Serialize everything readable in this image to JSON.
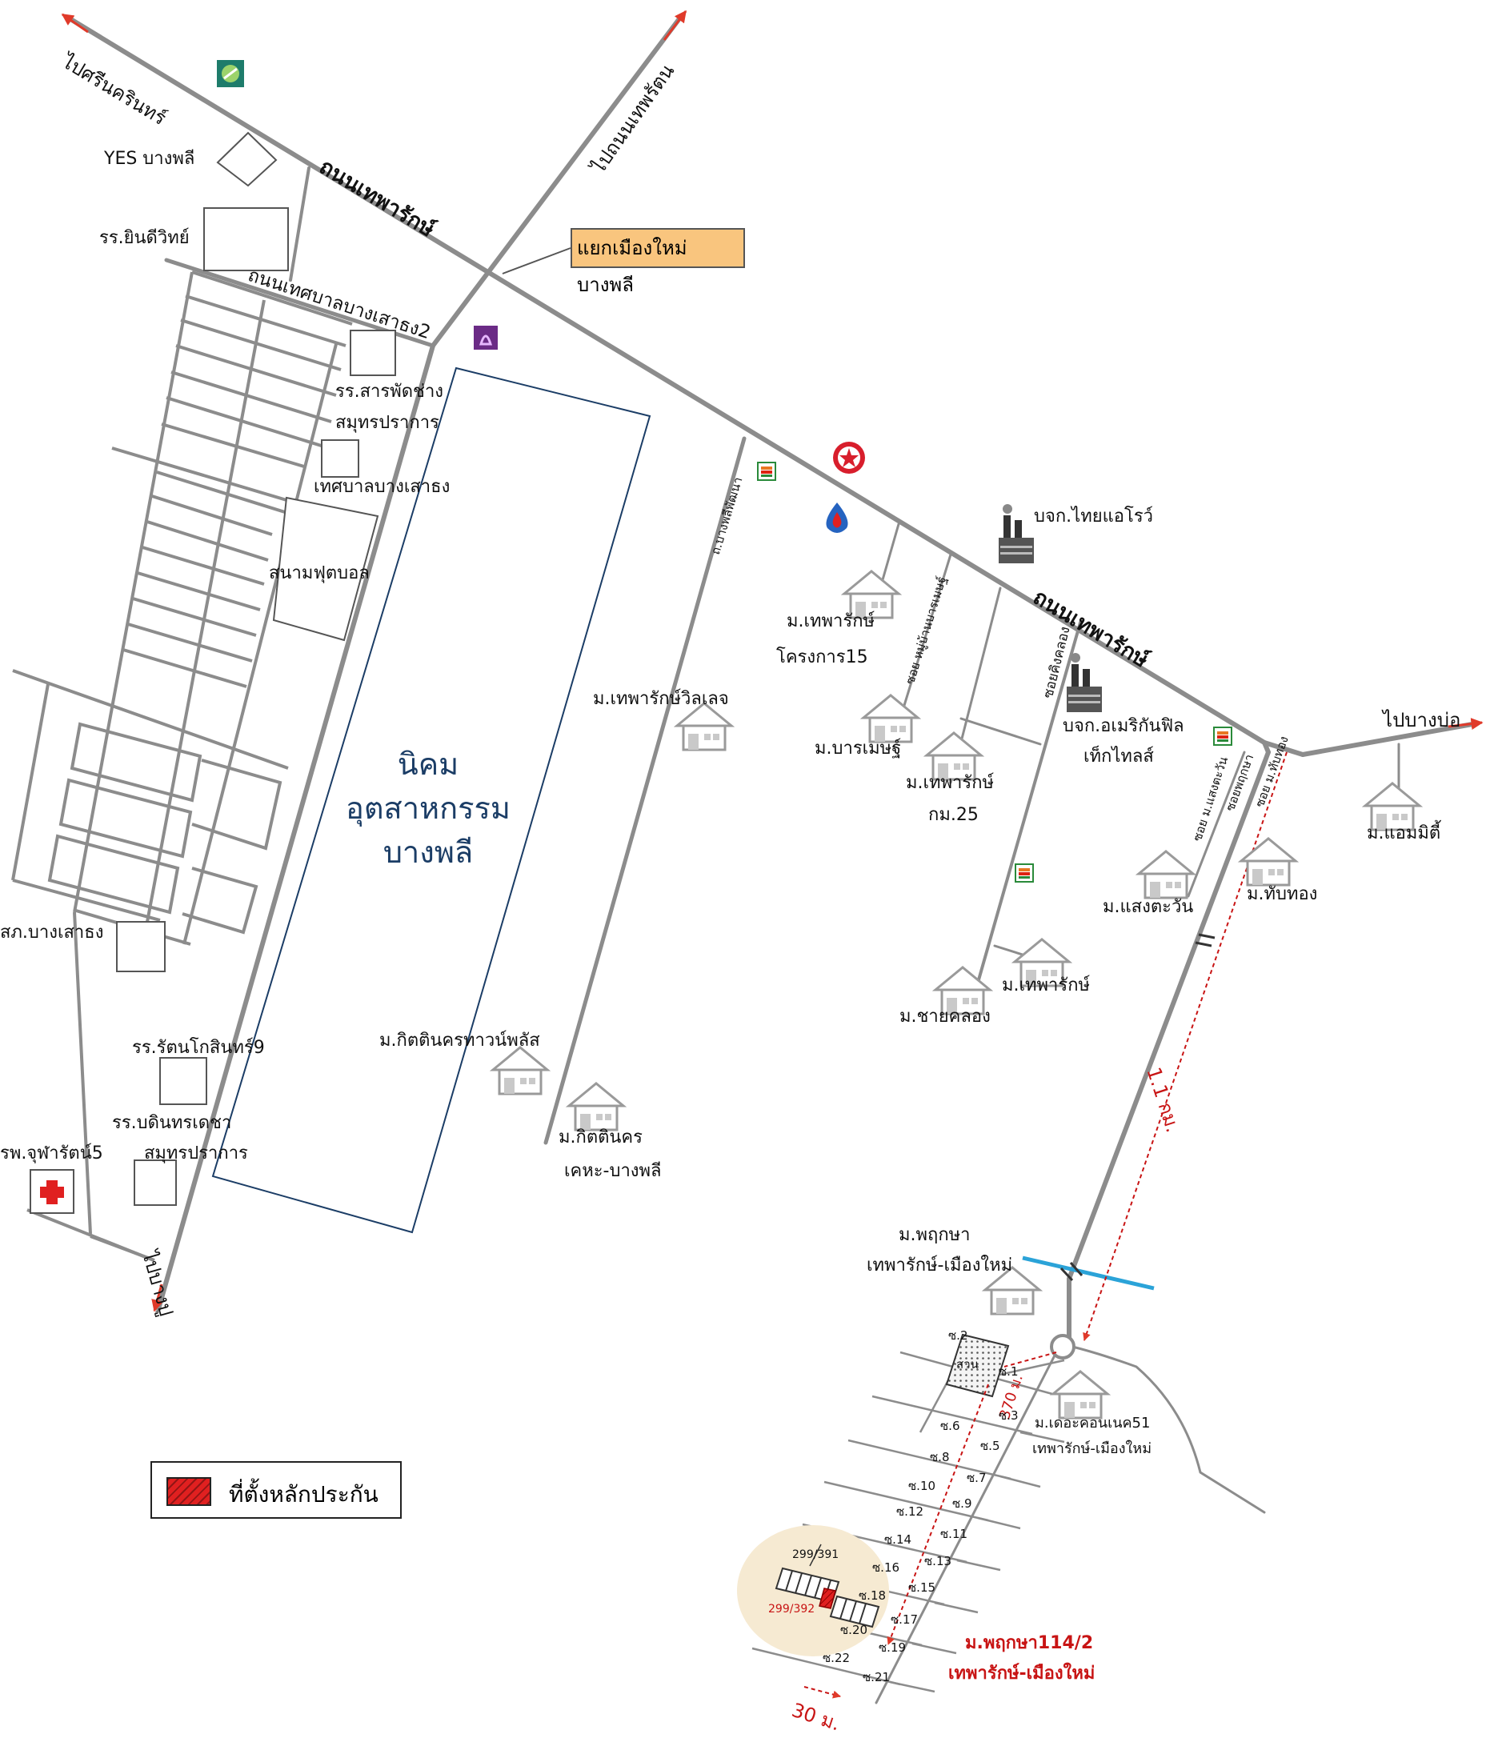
{
  "roads": {
    "thepharak_upper": "ถนนเทพารักษ์",
    "thepharak_lower": "ถนนเทพารักษ์",
    "thetsaban": "ถนนเทศบาลบางเสาธง2",
    "bangphli_phatthana": "ถ.บางพลีพัฒนา",
    "soi_mu_ban_barames": "ซอย หมู่บ้านบารเมษฐ์",
    "soi_khing_khlong": "ซอยคิงคลอง",
    "soi_saeng_tawan": "ซอย ม.แสงตะวัน",
    "soi_phruksa": "ซอยพฤกษา",
    "soi_thap_thong": "ซอย ม.ทับทอง"
  },
  "directions": {
    "to_srinakarin": "ไปศรีนครินทร์",
    "to_thepharat": "ไปถนนเทพรัตน",
    "to_bang_bo": "ไปบางบ่อ",
    "to_bang_pu": "ไปบางปู"
  },
  "callout": {
    "junction": "แยกเมืองใหม่บางพลี"
  },
  "places": {
    "yes_bangphli": "YES บางพลี",
    "yindee_school": "รร.ยินดีวิทย์",
    "saraphat_school_1": "รร.สารพัดช่าง",
    "saraphat_school_2": "สมุทรปราการ",
    "municipality": "เทศบาลบางเสาธง",
    "stadium": "สนามฟุตบอล",
    "police": "สภ.บางเสาธง",
    "rattana_school": "รร.รัตนโกสินทร์9",
    "bodin_school_1": "รร.บดินทรเดชา",
    "bodin_school_2": "สมุทรปราการ",
    "hospital": "รพ.จุฬารัตน์5",
    "estate_1": "นิคม",
    "estate_2": "อุตสาหกรรม",
    "estate_3": "บางพลี",
    "thai_arrow": "บจก.ไทยแอโรว์",
    "american_1": "บจก.อเมริกันฟิล",
    "american_2": "เท็กไทลส์"
  },
  "villages": {
    "thepharak_15_1": "ม.เทพารักษ์",
    "thepharak_15_2": "โครงการ15",
    "thepharak_village": "ม.เทพารักษ์วิลเลจ",
    "barames": "ม.บารเมษฐ์",
    "thepharak_25_1": "ม.เทพารักษ์",
    "thepharak_25_2": "กม.25",
    "saeng_tawan": "ม.แสงตะวัน",
    "thap_thong": "ม.ทับทอง",
    "emmy": "ม.แอมมิตี้",
    "thepharak": "ม.เทพารักษ์",
    "chai_khlong": "ม.ชายคลอง",
    "kittinakorn_town": "ม.กิตตินครทาวน์พลัส",
    "kittinakorn_1": "ม.กิตตินคร",
    "kittinakorn_2": "เคหะ-บางพลี",
    "phruksa_1": "ม.พฤกษา",
    "phruksa_2": "เทพารักษ์-เมืองใหม่",
    "connect_1": "ม.เดอะคอนเนค51",
    "connect_2": "เทพารักษ์-เมืองใหม่",
    "phruksa114_1": "ม.พฤกษา114/2",
    "phruksa114_2": "เทพารักษ์-เมืองใหม่"
  },
  "distances": {
    "d_1_1km": "1.1 กม.",
    "d_370m": "370 ม.",
    "d_30m": "30 ม."
  },
  "site": {
    "area": "สวน",
    "lot_a": "299/391",
    "lot_b": "299/392"
  },
  "sois": {
    "s1": "ซ.1",
    "s2": "ซ.2",
    "s3": "ซ.3",
    "s5": "ซ.5",
    "s6": "ซ.6",
    "s7": "ซ.7",
    "s8": "ซ.8",
    "s9": "ซ.9",
    "s10": "ซ.10",
    "s11": "ซ.11",
    "s12": "ซ.12",
    "s13": "ซ.13",
    "s14": "ซ.14",
    "s15": "ซ.15",
    "s16": "ซ.16",
    "s17": "ซ.17",
    "s18": "ซ.18",
    "s19": "ซ.19",
    "s20": "ซ.20",
    "s21": "ซ.21",
    "s22": "ซ.22"
  },
  "legend": {
    "label": "ที่ตั้งหลักประกัน"
  },
  "colors": {
    "road": "#8c8c8c",
    "arrow": "#e03a2a",
    "callout": "#f9c57e",
    "estate_text": "#1b3d66",
    "canal": "#2ba3d8",
    "collateral": "#e02020",
    "distance": "#c81414"
  },
  "icons": [
    "bangchak-icon",
    "seven-eleven-icon",
    "caltex-icon",
    "ptt-icon",
    "kasikorn-icon",
    "factory-icon",
    "house-icon",
    "hospital-cross-icon"
  ]
}
